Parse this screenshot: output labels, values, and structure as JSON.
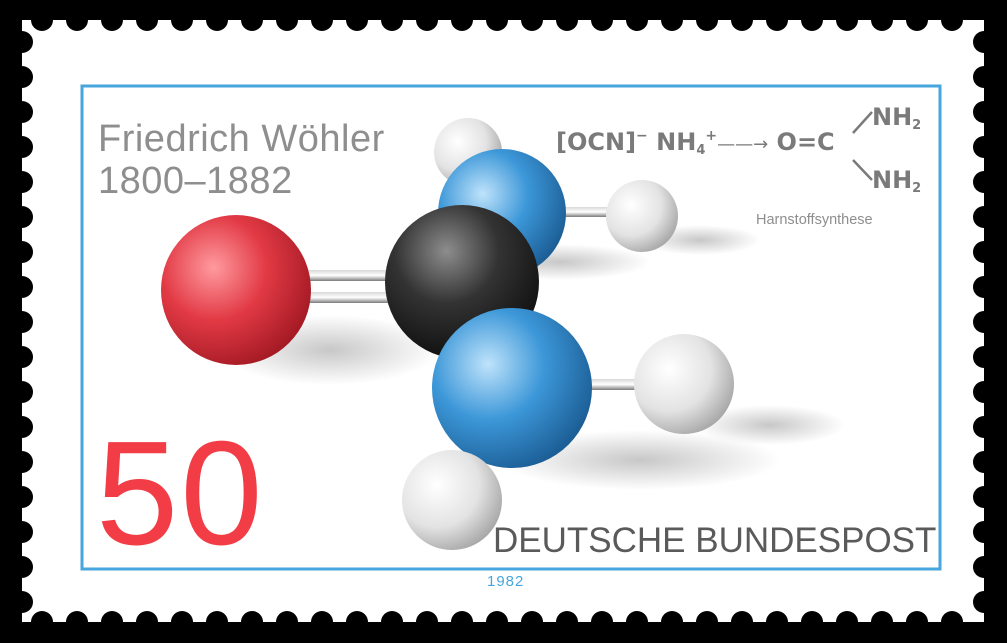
{
  "stamp": {
    "person": "Friedrich Wöhler",
    "years": "1800–1882",
    "reaction": {
      "reactant_main": "[OCN]",
      "reactant_charge": "−",
      "cation": "NH",
      "cation_sub": "4",
      "cation_charge": "+",
      "arrow": "——→",
      "product_core": "O=C",
      "product_group": "NH",
      "product_group_sub": "2"
    },
    "caption": "Harnstoffsynthese",
    "value": "50",
    "issuer": "DEUTSCHE BUNDESPOST",
    "year": "1982"
  },
  "colors": {
    "frame": "#46a6dd",
    "value_red": "#f23d46",
    "oxygen": "#e23a45",
    "nitrogen": "#3c97d8",
    "carbon": "#2a2a2a",
    "hydrogen": "#e6e6e6"
  }
}
